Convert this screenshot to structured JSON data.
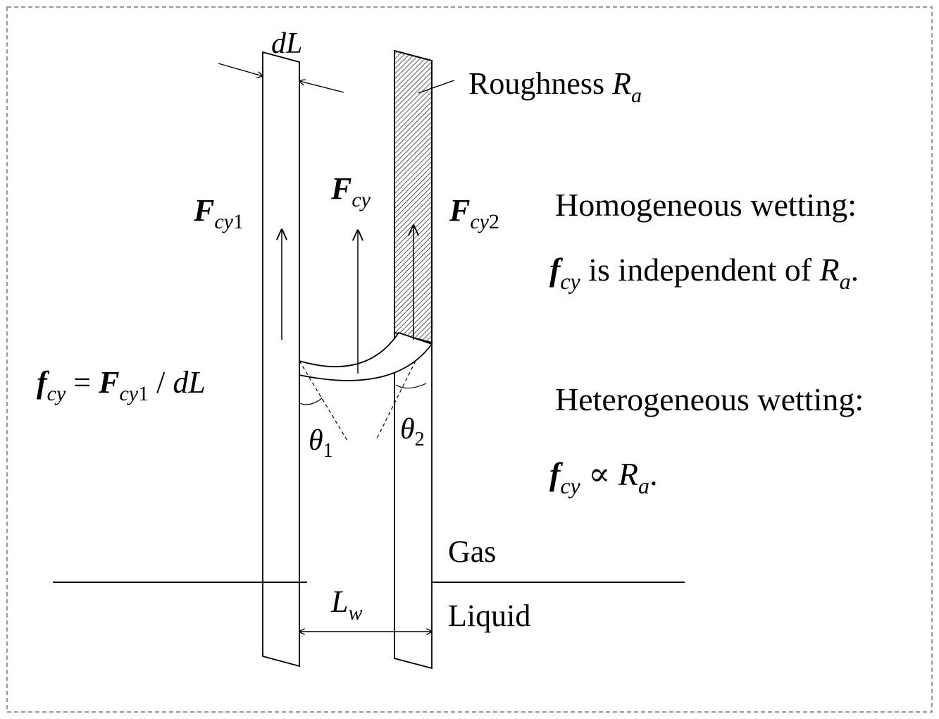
{
  "labels": {
    "dL": "dL",
    "roughness_word": "Roughness",
    "R": "R",
    "a": "a",
    "F": "F",
    "f": "f",
    "cy": "cy",
    "one": "1",
    "two": "2",
    "homogeneous_heading": "Homogeneous wetting:",
    "independent_text": " is independent of ",
    "period": ".",
    "heterogeneous_heading": "Heterogeneous wetting:",
    "proportional": "∝",
    "eq_equals": " = ",
    "eq_slash": " / ",
    "theta": "θ",
    "L": "L",
    "w": "w",
    "gas": "Gas",
    "liquid": "Liquid"
  },
  "colors": {
    "stroke": "#000000",
    "border": "#999999",
    "background": "#ffffff"
  }
}
